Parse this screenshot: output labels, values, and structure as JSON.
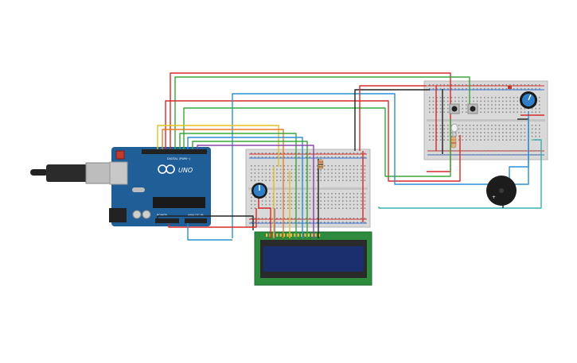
{
  "arduino": {
    "brand_text": "UNO",
    "label_digital": "DIGITAL (PWM~)",
    "label_power": "POWER",
    "label_analog": "ANALOG IN",
    "board_color": "#1f5e96",
    "icon": "arduino-logo-icon"
  },
  "lcd": {
    "rows": 2,
    "columns": 16,
    "pcb_color": "#2e8b3e",
    "screen_color": "#1b2f6e"
  },
  "colors": {
    "breadboard": "#d9d9d9",
    "rail_red": "#d62a2a",
    "rail_blue": "#2a6fd6",
    "wire_red": "#d62a2a",
    "wire_green": "#3aa53a",
    "wire_blue": "#2f8fd0",
    "wire_yellow": "#e1c21c",
    "wire_orange": "#e67e22",
    "wire_purple": "#8e44ad",
    "wire_black": "#222222",
    "wire_teal": "#3ab0b0"
  }
}
